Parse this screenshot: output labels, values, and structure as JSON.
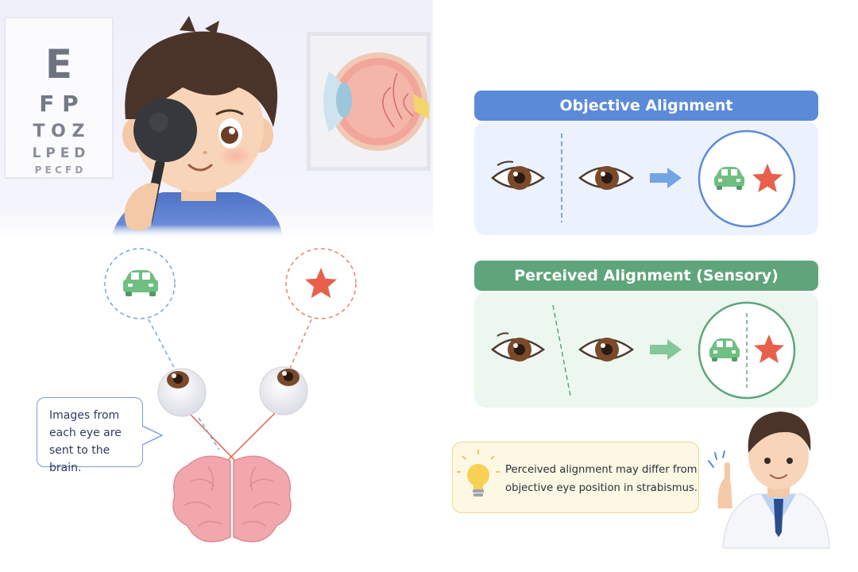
{
  "eye_chart": {
    "rows": [
      "E",
      "F P",
      "T O Z",
      "L P E D",
      "P E C F D"
    ]
  },
  "objective": {
    "title": "Objective Alignment"
  },
  "perceived": {
    "title": "Perceived Alignment (Sensory)"
  },
  "bubble": {
    "lines": [
      "Images from",
      "each eye are",
      "sent to the brain."
    ]
  },
  "tip": {
    "lines": [
      "Perceived alignment may differ from",
      "objective eye position in strabismus."
    ]
  },
  "colors": {
    "blue_accent": "#5b8ad8",
    "green_accent": "#5fa57b",
    "car_green": "#6fbf82",
    "star_red": "#e8604c",
    "iris_brown": "#7a4a2b"
  },
  "icons": {
    "car": "car-icon",
    "star": "star-icon",
    "eye": "eye-icon",
    "brain": "brain-icon",
    "lightbulb": "lightbulb-icon",
    "arrow": "arrow-right-icon"
  }
}
